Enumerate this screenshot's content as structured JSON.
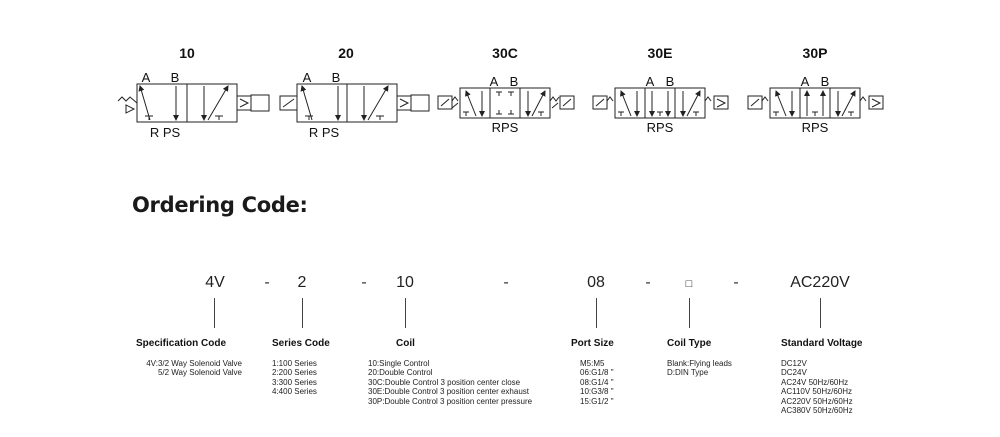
{
  "symbols": [
    {
      "title": "10",
      "ports_top": [
        "A",
        "B"
      ],
      "ports_bottom": "R PS"
    },
    {
      "title": "20",
      "ports_top": [
        "A",
        "B"
      ],
      "ports_bottom": "R PS"
    },
    {
      "title": "30C",
      "ports_top": [
        "A",
        "B"
      ],
      "ports_bottom": "RPS"
    },
    {
      "title": "30E",
      "ports_top": [
        "A",
        "B"
      ],
      "ports_bottom": "RPS"
    },
    {
      "title": "30P",
      "ports_top": [
        "A",
        "B"
      ],
      "ports_bottom": "RPS"
    }
  ],
  "heading": "Ordering Code:",
  "code": {
    "spec": "4V",
    "series": "2",
    "coil": "10",
    "port": "08",
    "coil_type": "□",
    "voltage": "AC220V",
    "separator": "-"
  },
  "fields": {
    "spec": {
      "title": "Specification Code",
      "options": [
        "4V:3/2 Way Solenoid Valve",
        "5/2 Way Solenoid Valve"
      ]
    },
    "series": {
      "title": "Series Code",
      "options": [
        "1:100 Series",
        "2:200 Series",
        "3:300 Series",
        "4:400 Series"
      ]
    },
    "coil": {
      "title": "Coil",
      "options": [
        "10:Single Control",
        "20:Double Control",
        "30C:Double Control 3 position center close",
        "30E:Double Control 3 position center exhaust",
        "30P:Double Control 3 position center pressure"
      ]
    },
    "port": {
      "title": "Port Size",
      "options": [
        "M5:M5",
        "06:G1/8 \"",
        "08:G1/4 \"",
        "10:G3/8 \"",
        "15:G1/2 \""
      ]
    },
    "coil_type": {
      "title": "Coil Type",
      "options": [
        "Blank:Flying leads",
        "D:DIN Type"
      ]
    },
    "voltage": {
      "title": "Standard Voltage",
      "options": [
        "DC12V",
        "DC24V",
        "AC24V 50Hz/60Hz",
        "AC110V 50Hz/60Hz",
        "AC220V 50Hz/60Hz",
        "AC380V 50Hz/60Hz"
      ]
    }
  }
}
